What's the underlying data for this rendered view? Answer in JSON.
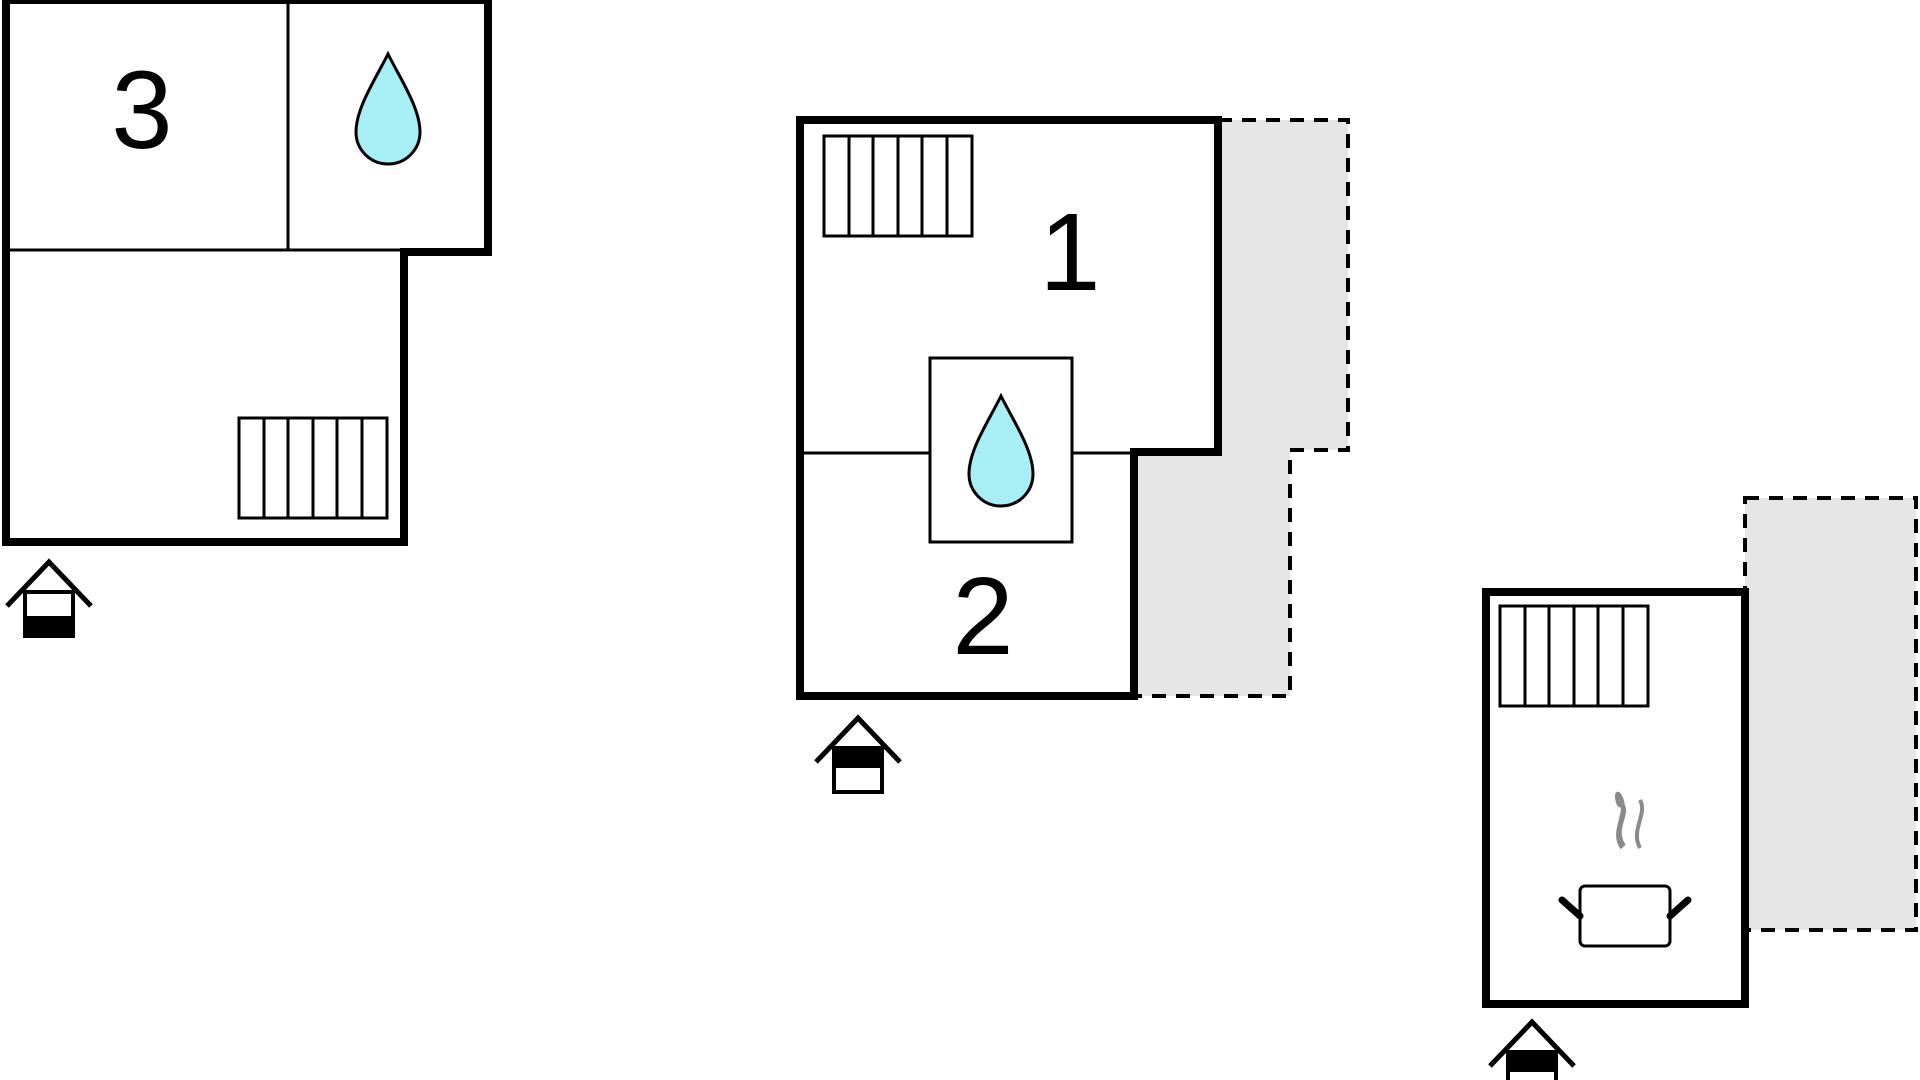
{
  "rooms": {
    "room_3": "3",
    "room_1": "1",
    "room_2": "2"
  },
  "icons": {
    "water": "water-drop-icon",
    "bed": "bed-icon",
    "entrance": "entrance-icon",
    "kitchen": "cooking-pot-icon"
  },
  "colors": {
    "wall": "#000000",
    "terrace": "#e6e6e6",
    "water": "#a8eef5",
    "steam": "#8a8a8a",
    "background": "#ffffff"
  }
}
